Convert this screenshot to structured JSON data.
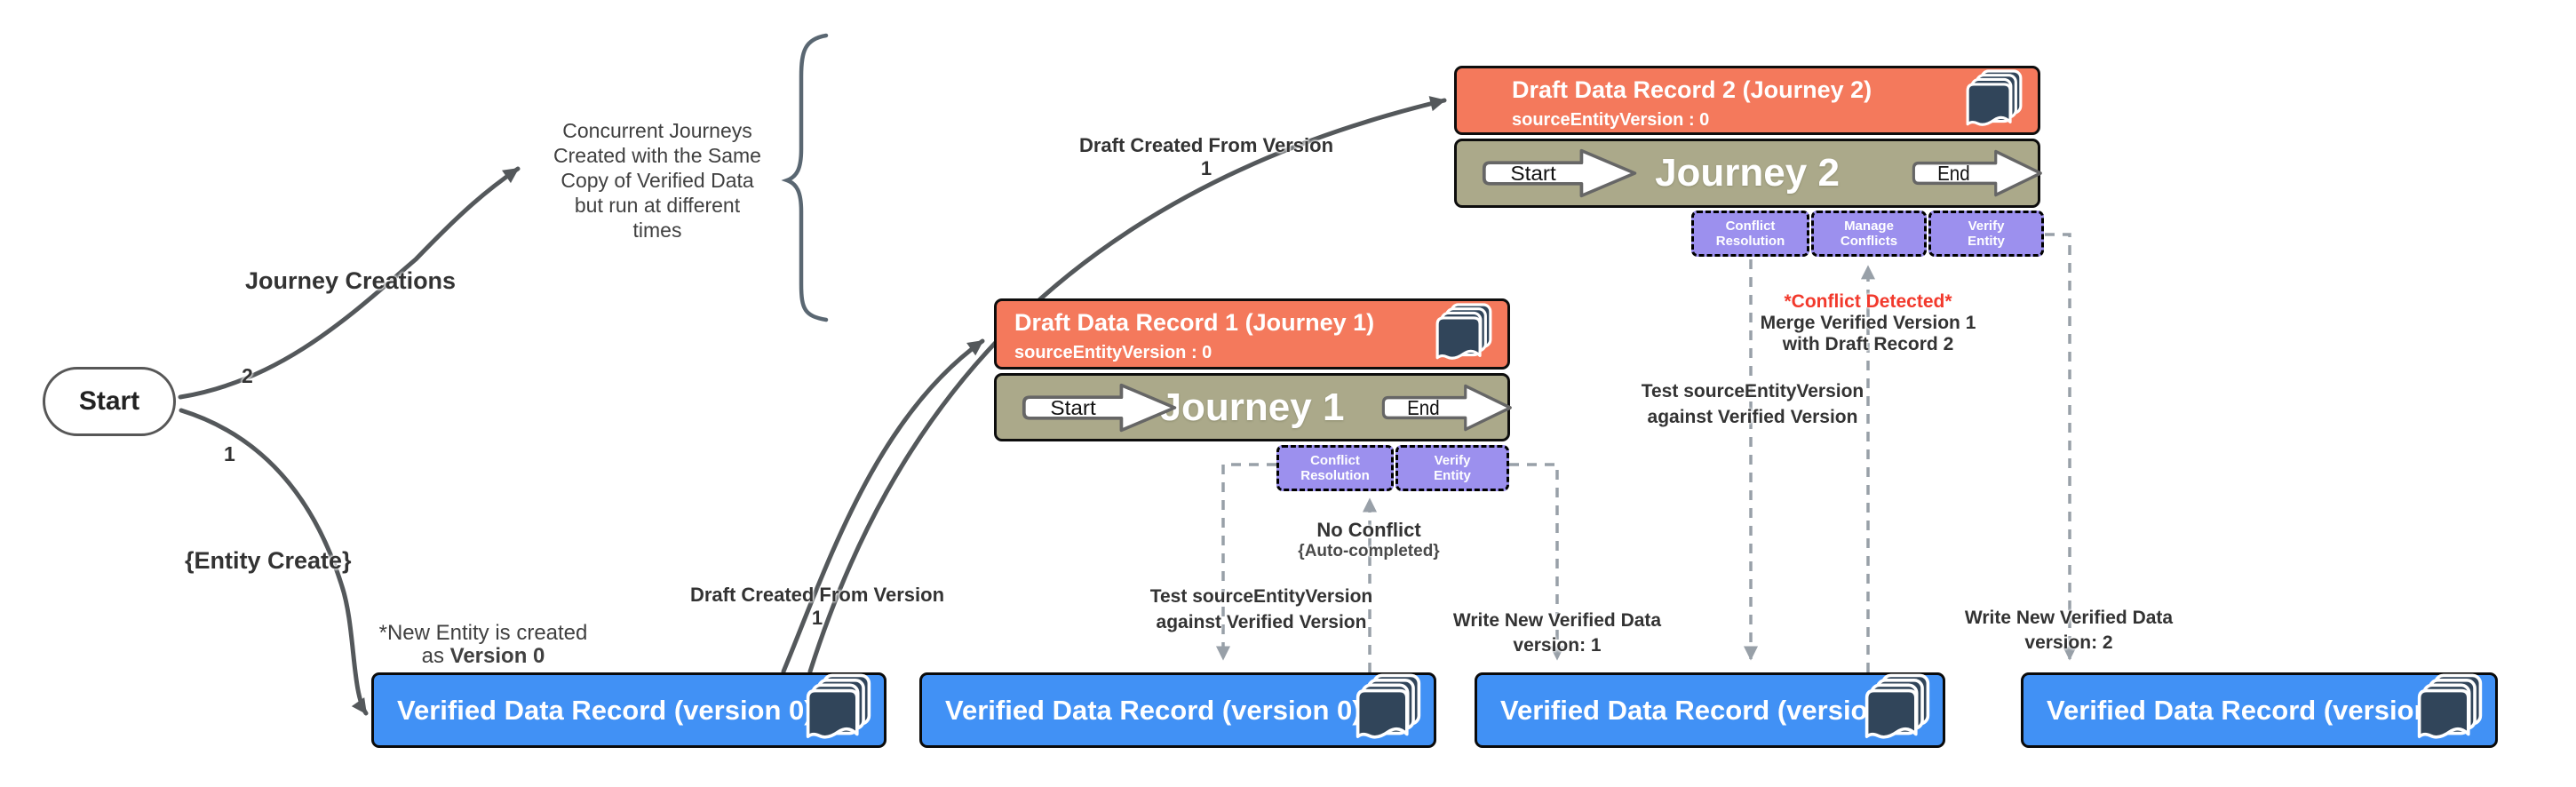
{
  "start_node": {
    "label": "Start"
  },
  "edge_labels": {
    "branch_1": "1",
    "branch_2": "2",
    "journey_creations": "Journey Creations",
    "entity_create": "{Entity Create}",
    "draft_from_version1_upper": "Draft Created From Version 1",
    "draft_from_version1_lower": "Draft Created From Version 1"
  },
  "notes": {
    "concurrent": [
      "Concurrent Journeys",
      "Created with the Same",
      "Copy of Verified Data",
      "but run at different",
      "times"
    ],
    "new_entity_line1": "*New Entity is created",
    "new_entity_as": "as ",
    "new_entity_bold": "Version 0"
  },
  "annotations": {
    "test_j1": [
      "Test sourceEntityVersion",
      "against Verified Version"
    ],
    "no_conflict_title": "No Conflict",
    "no_conflict_sub": "{Auto-completed}",
    "write_v1": [
      "Write New Verified Data",
      "version: 1"
    ],
    "test_j2": [
      "Test sourceEntityVersion",
      "against Verified Version"
    ],
    "conflict_detected": "*Conflict Detected*",
    "merge_line1": "Merge Verified Version 1",
    "merge_line2": "with Draft Record 2",
    "write_v2": [
      "Write New Verified Data",
      "version: 2"
    ]
  },
  "verified_records": [
    {
      "title": "Verified Data Record (version 0)"
    },
    {
      "title": "Verified Data Record (version 0)"
    },
    {
      "title": "Verified Data Record (version 1)"
    },
    {
      "title": "Verified Data Record (version 2)"
    }
  ],
  "journeys": [
    {
      "draft_title": "Draft Data Record 1 (Journey 1)",
      "draft_meta": "sourceEntityVersion : 0",
      "name": "Journey 1",
      "start_label": "Start",
      "end_label": "End",
      "steps": [
        {
          "line1": "Conflict",
          "line2": "Resolution"
        },
        {
          "line1": "Verify",
          "line2": "Entity"
        }
      ]
    },
    {
      "draft_title": "Draft Data Record 2 (Journey 2)",
      "draft_meta": "sourceEntityVersion : 0",
      "name": "Journey 2",
      "start_label": "Start",
      "end_label": "End",
      "steps": [
        {
          "line1": "Conflict",
          "line2": "Resolution"
        },
        {
          "line1": "Manage",
          "line2": "Conflicts"
        },
        {
          "line1": "Verify",
          "line2": "Entity"
        }
      ]
    }
  ],
  "colors": {
    "verified_fill": "#4191F5",
    "draft_fill": "#F4795C",
    "journey_fill": "#ABA98A",
    "step_fill": "#9C90EE",
    "icon_fill": "#31455A",
    "solid_edge": "#54585B",
    "dashed_edge": "#98A0A8",
    "conflict_red": "#F2392C"
  }
}
